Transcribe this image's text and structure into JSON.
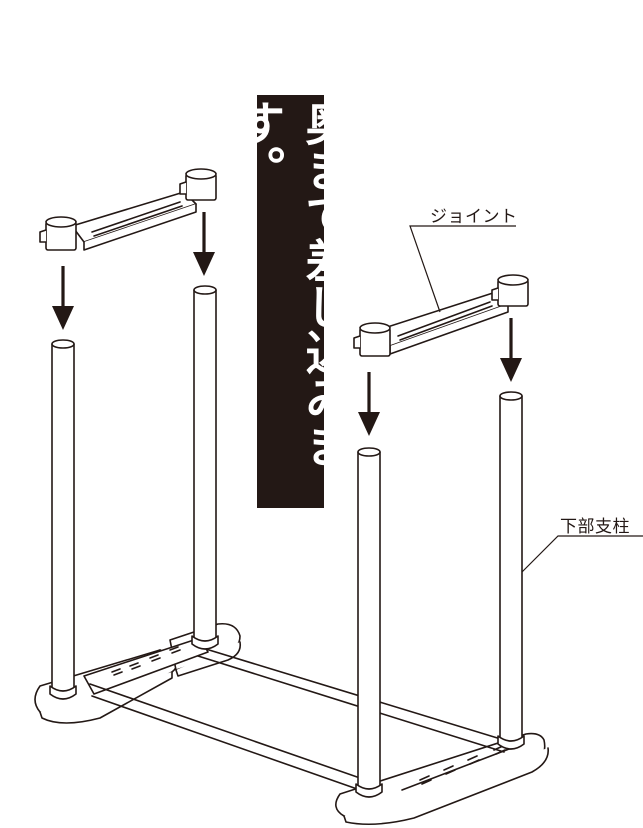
{
  "instruction": "奥まで差し込みます。",
  "labels": {
    "joint": "ジョイント",
    "lower_pole": "下部支柱"
  },
  "colors": {
    "ink": "#231815",
    "paper": "#ffffff"
  }
}
